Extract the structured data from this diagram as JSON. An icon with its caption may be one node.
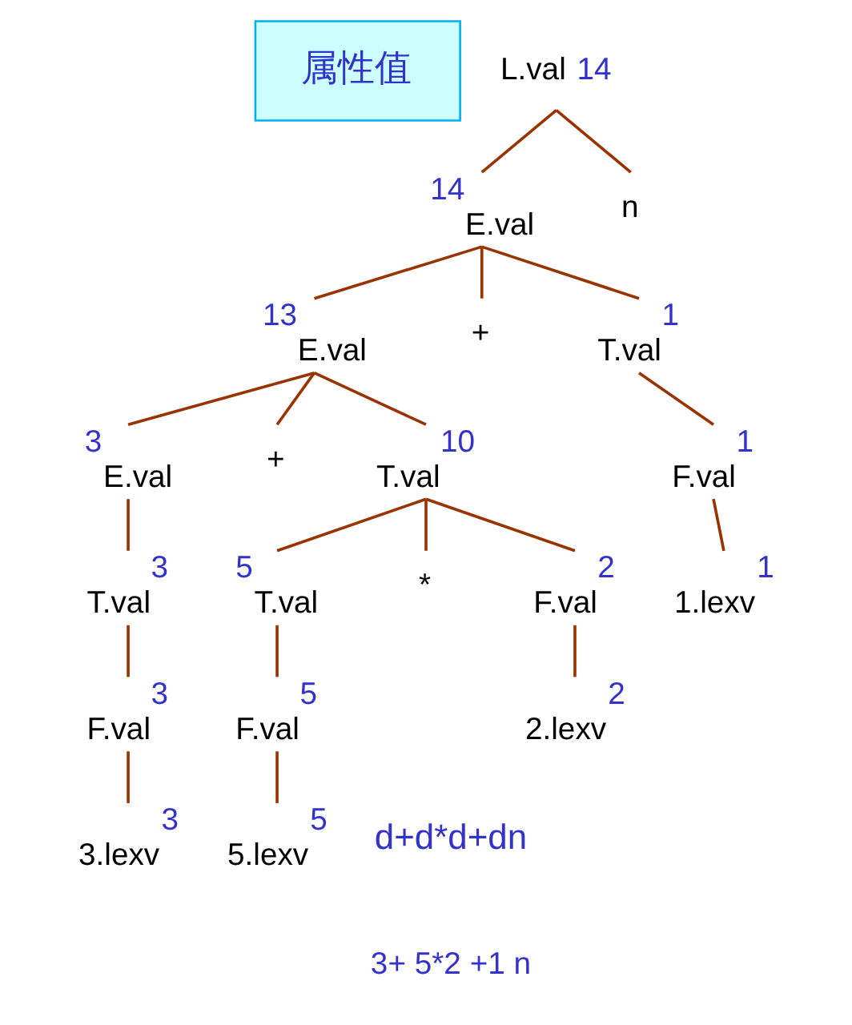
{
  "diagram": {
    "nodes": [
      {
        "text": [
          "属性值"
        ]
      },
      {
        "text": [
          "L.val"
        ],
        "beside": [
          "14"
        ]
      },
      {
        "text": [
          "E.val"
        ],
        "beside": [
          "14"
        ]
      },
      {
        "text": [
          "n"
        ]
      },
      {
        "text": [
          "E.val"
        ],
        "beside": [
          "13"
        ]
      },
      {
        "text": [
          "+"
        ]
      },
      {
        "text": [
          "T.val"
        ],
        "beside": [
          "1"
        ]
      },
      {
        "text": [
          "E.val"
        ],
        "beside": [
          "3"
        ]
      },
      {
        "text": [
          "+"
        ]
      },
      {
        "text": [
          "T.val"
        ],
        "beside": [
          "10"
        ]
      },
      {
        "text": [
          "F.val"
        ],
        "beside": [
          "1"
        ]
      },
      {
        "text": [
          "T.val"
        ],
        "beside": [
          "3"
        ]
      },
      {
        "text": [
          "T.val"
        ],
        "beside": [
          "5"
        ]
      },
      {
        "text": [
          "*"
        ]
      },
      {
        "text": [
          "F.val"
        ],
        "beside": [
          "2"
        ]
      },
      {
        "text": [
          "1.lexv"
        ],
        "beside": [
          "1"
        ]
      },
      {
        "text": [
          "F.val"
        ],
        "beside": [
          "3"
        ]
      },
      {
        "text": [
          "F.val"
        ],
        "beside": [
          "5"
        ]
      },
      {
        "text": [
          "2.lexv"
        ],
        "beside": [
          "2"
        ]
      },
      {
        "text": [
          "3.lexv"
        ],
        "beside": [
          "3"
        ]
      },
      {
        "text": [
          "5.lexv"
        ],
        "beside": [
          "5"
        ]
      }
    ],
    "edges": [
      {
        "from": 1,
        "to": 2,
        "arrow": "none"
      },
      {
        "from": 1,
        "to": 3,
        "arrow": "none"
      },
      {
        "from": 2,
        "to": 4,
        "arrow": "none"
      },
      {
        "from": 2,
        "to": 5,
        "arrow": "none"
      },
      {
        "from": 2,
        "to": 6,
        "arrow": "none"
      },
      {
        "from": 4,
        "to": 7,
        "arrow": "none"
      },
      {
        "from": 4,
        "to": 8,
        "arrow": "none"
      },
      {
        "from": 4,
        "to": 9,
        "arrow": "none"
      },
      {
        "from": 6,
        "to": 10,
        "arrow": "none"
      },
      {
        "from": 7,
        "to": 11,
        "arrow": "none"
      },
      {
        "from": 9,
        "to": 12,
        "arrow": "none"
      },
      {
        "from": 9,
        "to": 13,
        "arrow": "none"
      },
      {
        "from": 9,
        "to": 14,
        "arrow": "none"
      },
      {
        "from": 10,
        "to": 15,
        "arrow": "none"
      },
      {
        "from": 11,
        "to": 16,
        "arrow": "none"
      },
      {
        "from": 12,
        "to": 17,
        "arrow": "none"
      },
      {
        "from": 14,
        "to": 18,
        "arrow": "none"
      },
      {
        "from": 16,
        "to": 19,
        "arrow": "none"
      },
      {
        "from": 17,
        "to": 20,
        "arrow": "none"
      }
    ],
    "labels": [
      "d+d*d+dn",
      "3+ 5*2 +1 n"
    ]
  }
}
